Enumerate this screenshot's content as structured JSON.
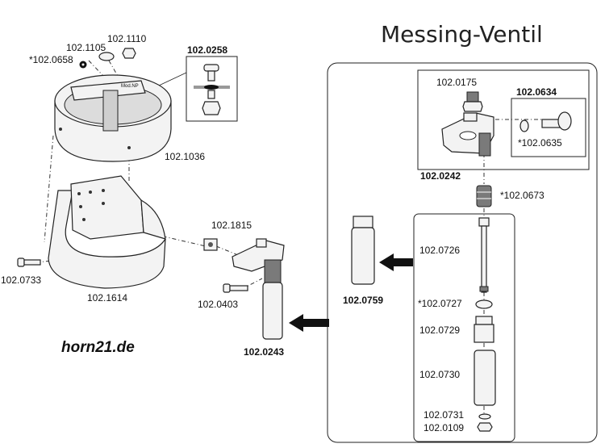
{
  "title": "Messing-Ventil",
  "website": "horn21.de",
  "labels": {
    "p1021110": "102.1110",
    "p1021105": "102.1105",
    "p1020658": "*102.0658",
    "p1020258": "102.0258",
    "p1021036": "102.1036",
    "p1021815": "102.1815",
    "p1020733": "102.0733",
    "p1021614": "102.1614",
    "p1020403": "102.0403",
    "p1020243": "102.0243",
    "p1020175": "102.0175",
    "p1020634": "102.0634",
    "p1020635": "*102.0635",
    "p1020242": "102.0242",
    "p1020673": "*102.0673",
    "p1020726": "102.0726",
    "p1020759": "102.0759",
    "p1020727": "*102.0727",
    "p1020729": "102.0729",
    "p1020730": "102.0730",
    "p1020731": "102.0731",
    "p1020109": "102.0109"
  },
  "bowl_embossing": "Mod.NP"
}
